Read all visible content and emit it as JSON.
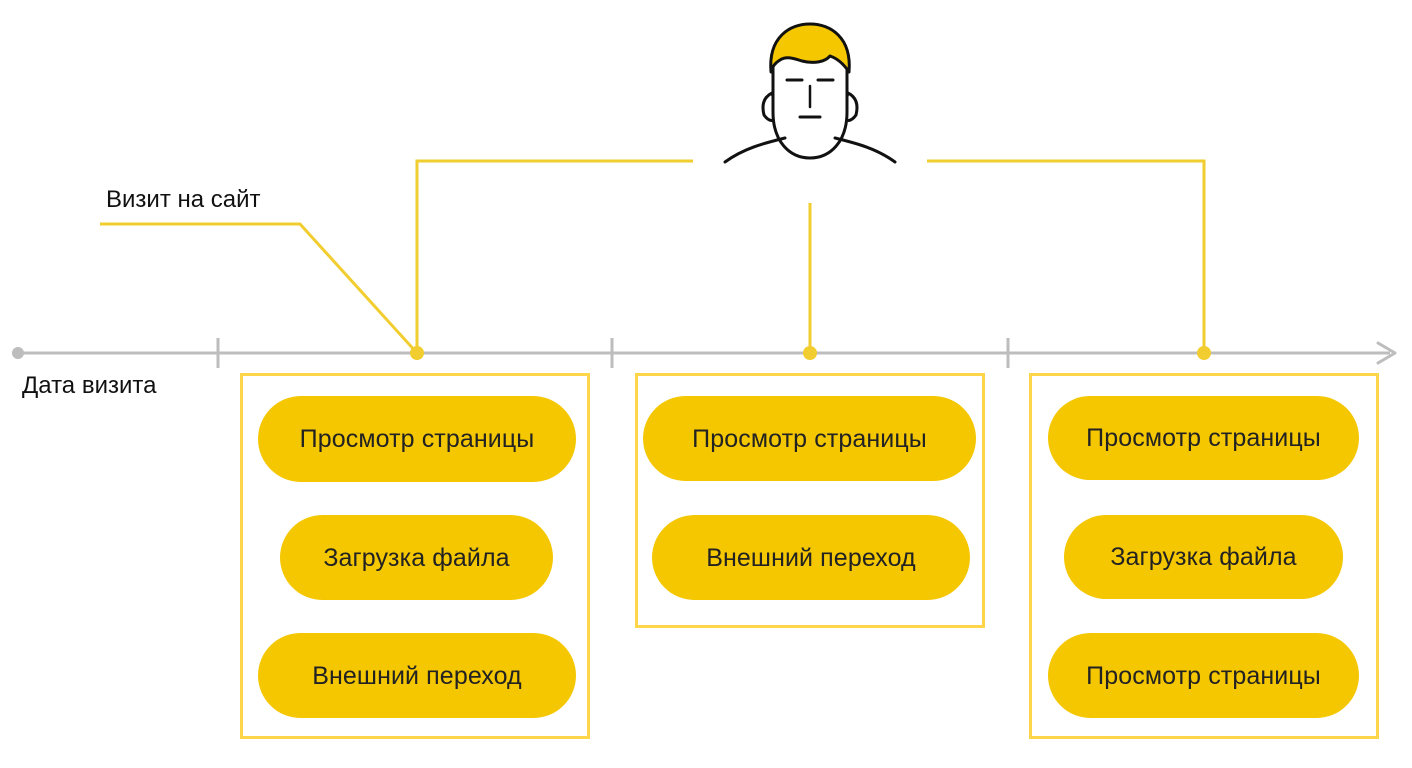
{
  "labels": {
    "visit": "Визит на сайт",
    "axis": "Дата визита"
  },
  "visits": [
    {
      "events": [
        "Просмотр страницы",
        "Загрузка файла",
        "Внешний переход"
      ]
    },
    {
      "events": [
        "Просмотр страницы",
        "Внешний переход"
      ]
    },
    {
      "events": [
        "Просмотр страницы",
        "Загрузка файла",
        "Просмотр страницы"
      ]
    }
  ],
  "colors": {
    "accent": "#f4c700",
    "line": "#f2cd2f",
    "box_border": "#ffd54a",
    "axis": "#bdbdbd",
    "text": "#111111"
  },
  "icons": {
    "person": "user-avatar-icon"
  }
}
